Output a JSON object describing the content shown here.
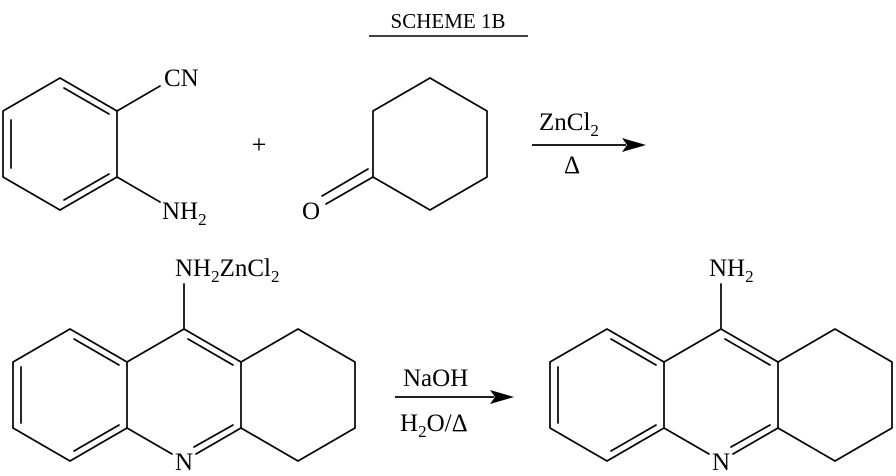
{
  "scheme": {
    "title": "SCHEME 1B"
  },
  "reactant1": {
    "cn_label": "CN",
    "nh2_main": "NH",
    "nh2_sub": "2"
  },
  "plus_sign": "+",
  "reactant2": {
    "o_label": "O"
  },
  "arrow1": {
    "reagent_main": "ZnCl",
    "reagent_sub": "2",
    "condition": "Δ"
  },
  "intermediate": {
    "substituent_parts": [
      "NH",
      "2",
      "ZnCl",
      "2"
    ],
    "n_label": "N"
  },
  "arrow2": {
    "reagent": "NaOH",
    "condition_parts": [
      "H",
      "2",
      "O/Δ"
    ]
  },
  "product": {
    "nh2_main": "NH",
    "nh2_sub": "2",
    "n_label": "N"
  }
}
